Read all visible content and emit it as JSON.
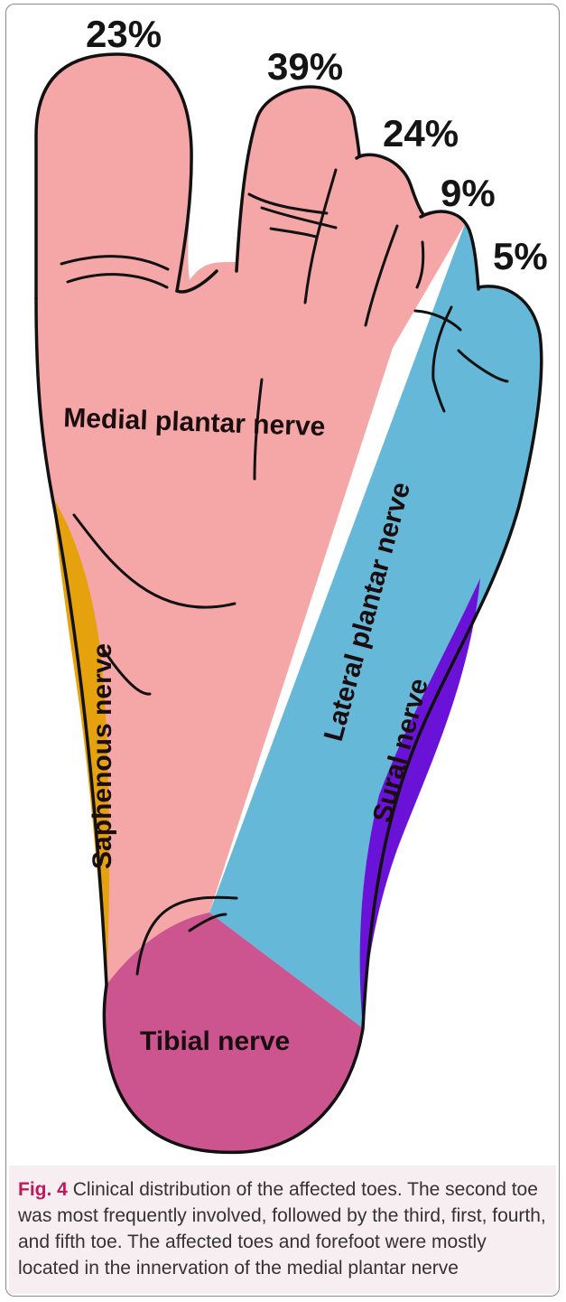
{
  "toe_percentages": {
    "first": "23%",
    "second": "39%",
    "third": "24%",
    "fourth": "9%",
    "fifth": "5%"
  },
  "regions": {
    "medial_plantar": "Medial plantar nerve",
    "lateral_plantar": "Lateral plantar nerve",
    "saphenous": "Saphenous nerve",
    "sural": "Sural nerve",
    "tibial": "Tibial nerve"
  },
  "colors": {
    "medial_plantar": "#f5a6a6",
    "lateral_plantar": "#66b8d8",
    "saphenous": "#e6a20d",
    "sural": "#6a12d8",
    "tibial": "#cc5590",
    "outline": "#111111",
    "caption_background": "#f7eef2",
    "caption_label": "#c2185b"
  },
  "caption": {
    "label": "Fig. 4",
    "text": "Clinical distribution of the affected toes. The second toe was most frequently involved, followed by the third, first, fourth, and fifth toe. The affected toes and forefoot were mostly located in the innervation of the medial plantar nerve"
  }
}
